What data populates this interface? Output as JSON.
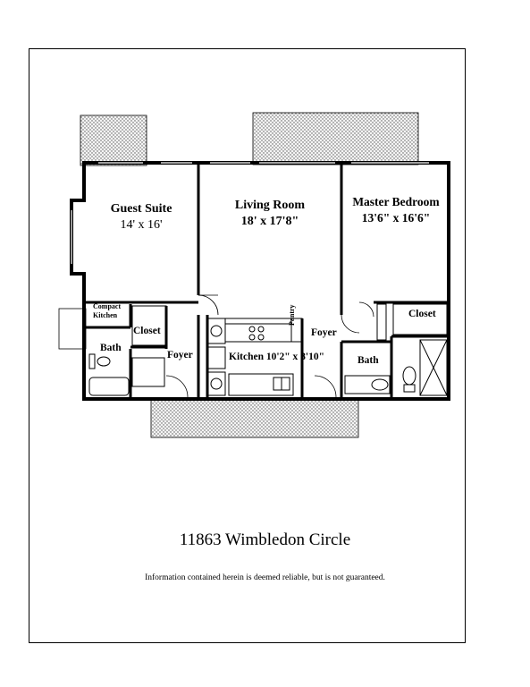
{
  "rooms": {
    "guest_suite": {
      "name": "Guest Suite",
      "dims": "14' x 16'"
    },
    "living_room": {
      "name": "Living Room",
      "dims": "18' x 17'8\""
    },
    "master_bedroom": {
      "name": "Master Bedroom",
      "dims": "13'6\" x 16'6\""
    },
    "compact_kitchen": {
      "line1": "Compact",
      "line2": "Kitchen"
    },
    "closet_left": "Closet",
    "closet_right": "Closet",
    "bath_left": "Bath",
    "bath_right": "Bath",
    "foyer_left": "Foyer",
    "foyer_right": "Foyer",
    "pantry": "Pantry",
    "kitchen": "Kitchen 10'2\" x 8'10\""
  },
  "address": "11863 Wimbledon Circle",
  "disclaimer": "Information contained herein is deemed reliable, but is not guaranteed."
}
